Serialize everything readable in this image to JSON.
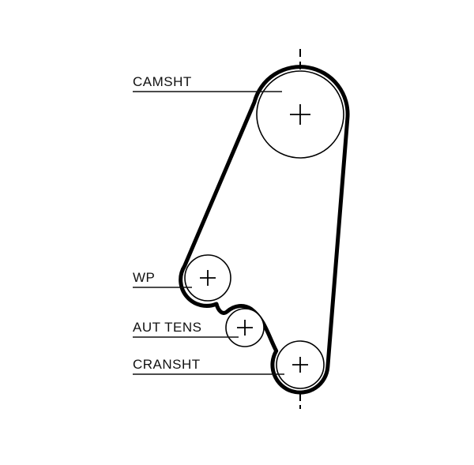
{
  "diagram": {
    "pulleys": [
      {
        "id": "camshaft",
        "label": "CAMSHT"
      },
      {
        "id": "water-pump",
        "label": "WP"
      },
      {
        "id": "tensioner",
        "label": "AUT TENS"
      },
      {
        "id": "crankshaft",
        "label": "CRANSHT"
      }
    ],
    "colors": {
      "line": "#000000",
      "background": "#ffffff"
    }
  }
}
